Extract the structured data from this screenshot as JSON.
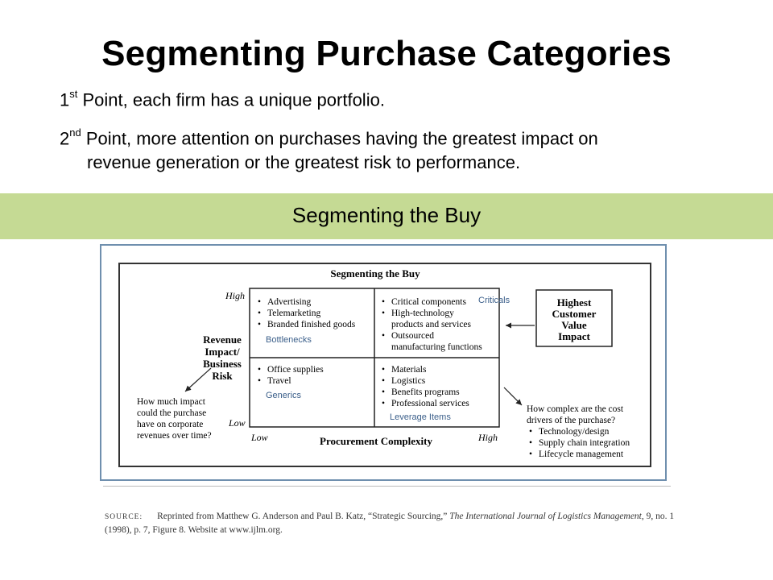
{
  "title": "Segmenting Purchase Categories",
  "points": [
    {
      "num": "1",
      "sup": "st",
      "text": " Point, each firm has a unique portfolio."
    },
    {
      "num": "2",
      "sup": "nd",
      "text": " Point, more attention on purchases having the greatest impact on",
      "cont": "revenue generation or the greatest risk to performance."
    }
  ],
  "band_label": "Segmenting the Buy",
  "diagram": {
    "title": "Segmenting the Buy",
    "y_high": "High",
    "y_low": "Low",
    "x_low": "Low",
    "x_high": "High",
    "x_axis": "Procurement Complexity",
    "y_axis_lines": [
      "Revenue",
      "Impact/",
      "Business",
      "Risk"
    ],
    "quadrants": {
      "top_left": {
        "items": [
          "Advertising",
          "Telemarketing",
          "Branded finished goods"
        ],
        "label": "Bottlenecks"
      },
      "top_right": {
        "items": [
          "Critical components",
          "High-technology",
          "products and services",
          "Outsourced",
          "manufacturing functions"
        ],
        "label": "Criticals"
      },
      "bottom_left": {
        "items": [
          "Office supplies",
          "Travel"
        ],
        "label": "Generics"
      },
      "bottom_right": {
        "items": [
          "Materials",
          "Logistics",
          "Benefits programs",
          "Professional services"
        ],
        "label": "Leverage Items"
      }
    },
    "value_box": [
      "Highest",
      "Customer",
      "Value",
      "Impact"
    ],
    "left_question": [
      "How much impact",
      "could the purchase",
      "have on corporate",
      "revenues over time?"
    ],
    "right_question": [
      "How complex are the cost",
      "drivers of the purchase?"
    ],
    "right_bullets": [
      "Technology/design",
      "Supply chain integration",
      "Lifecycle management"
    ]
  },
  "source": {
    "label": "SOURCE:",
    "text_1": "Reprinted from Matthew G. Anderson and Paul B. Katz, “Strategic Sourcing,” ",
    "journal": "The International Journal of Logistics Management",
    "text_2": ", 9, no. 1",
    "line_2": "(1998), p. 7, Figure 8. Website at www.ijlm.org."
  }
}
